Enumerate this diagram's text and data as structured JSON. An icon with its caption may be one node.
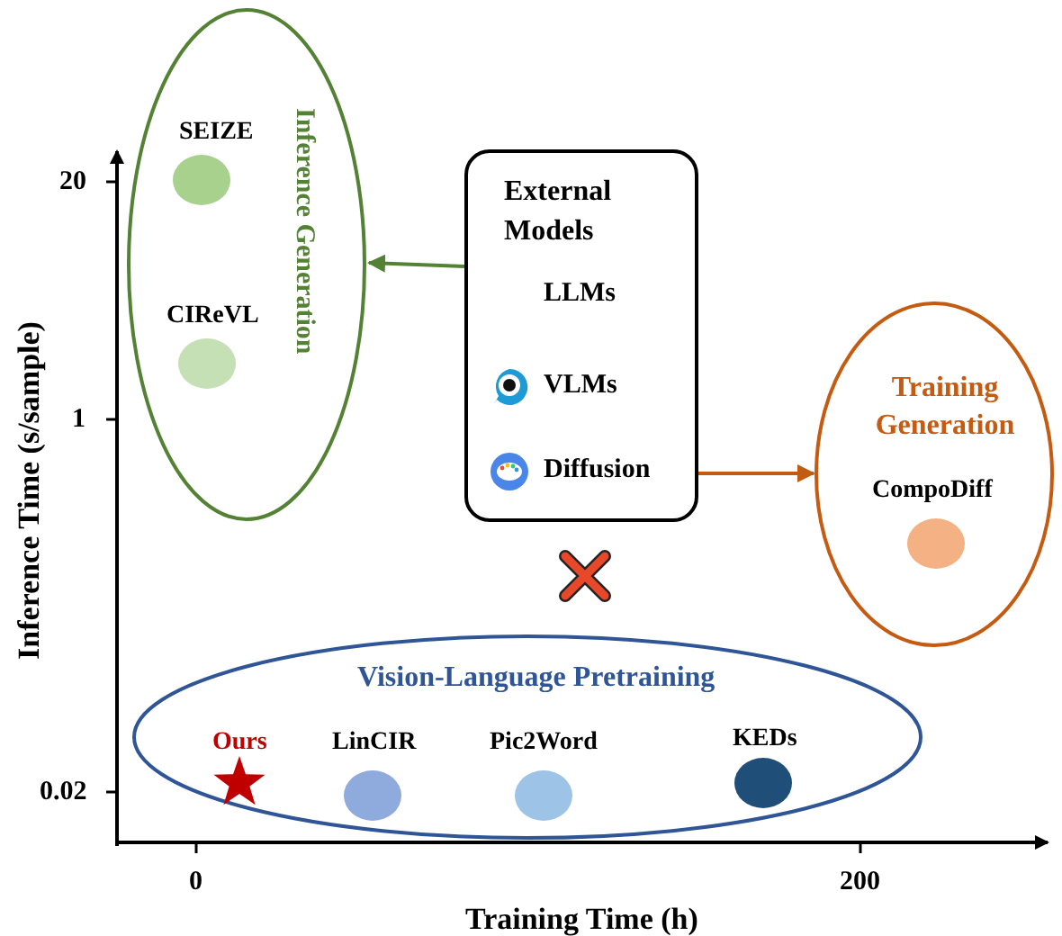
{
  "diagram": {
    "nodes": [
      {
        "text": [
          "Inference Generation"
        ]
      },
      {
        "text": [
          "SEIZE"
        ],
        "in": 0
      },
      {
        "text": [
          "CIReVL"
        ],
        "in": 0
      },
      {
        "text": [
          "External Models"
        ]
      },
      {
        "text": [
          "LLMs"
        ],
        "in": 3
      },
      {
        "text": [
          "VLMs"
        ],
        "in": 3
      },
      {
        "text": [
          "Diffusion"
        ],
        "in": 3
      },
      {
        "text": [
          "Training Generation"
        ]
      },
      {
        "text": [
          "CompoDiff"
        ],
        "in": 7
      },
      {
        "text": [
          "Vision-Language Pretraining"
        ]
      },
      {
        "text": [
          "Ours"
        ],
        "in": 9
      },
      {
        "text": [
          "LinCIR"
        ],
        "in": 9
      },
      {
        "text": [
          "Pic2Word"
        ],
        "in": 9
      },
      {
        "text": [
          "KEDs"
        ],
        "in": 9
      }
    ],
    "edges": [
      {
        "from": 3,
        "to": 0,
        "arrow": "to",
        "color": "#548235"
      },
      {
        "from": 3,
        "to": 7,
        "arrow": "to",
        "color": "#c55a11"
      }
    ],
    "labels": [
      "20",
      "1",
      "0.02",
      "0",
      "200",
      "Inference Time (s/sample)",
      "Training Time (h)"
    ]
  }
}
